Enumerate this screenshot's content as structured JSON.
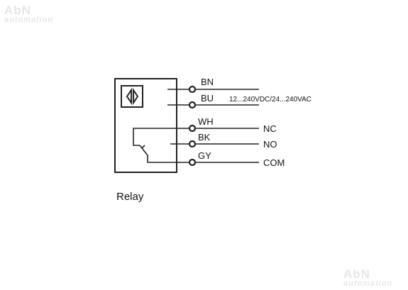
{
  "watermark": {
    "brand": "AbN",
    "sub": "automation"
  },
  "terminals": [
    {
      "id": "bn",
      "label": "BN",
      "function": ""
    },
    {
      "id": "bu",
      "label": "BU",
      "function": ""
    },
    {
      "id": "wh",
      "label": "WH",
      "function": "NC"
    },
    {
      "id": "bk",
      "label": "BK",
      "function": "NO"
    },
    {
      "id": "gy",
      "label": "GY",
      "function": "COM"
    }
  ],
  "supply_label": "12...240VDC/24...240VAC",
  "caption": "Relay"
}
